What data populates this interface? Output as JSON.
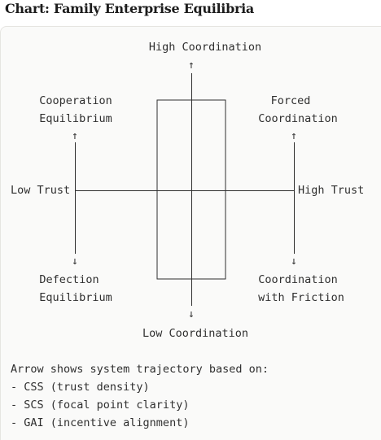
{
  "title": "Chart: Family Enterprise Equilibria",
  "axis": {
    "top": "High Coordination",
    "bottom": "Low Coordination",
    "left": "Low Trust",
    "right": "High Trust"
  },
  "quadrants": {
    "top_left": [
      "Cooperation",
      "Equilibrium"
    ],
    "top_right": [
      "Forced",
      "Coordination"
    ],
    "bottom_left": [
      "Defection",
      "Equilibrium"
    ],
    "bottom_right": [
      "Coordination",
      "with Friction"
    ]
  },
  "arrows": {
    "up": "↑",
    "down": "↓"
  },
  "note": {
    "heading": "Arrow shows system trajectory based on:",
    "items": [
      "- CSS (trust density)",
      "- SCS (focal point clarity)",
      "- GAI (incentive alignment)"
    ]
  },
  "colors": {
    "ink": "#2f2f2f",
    "panel_bg": "#fafaf9",
    "border": "#e6e5e1"
  }
}
